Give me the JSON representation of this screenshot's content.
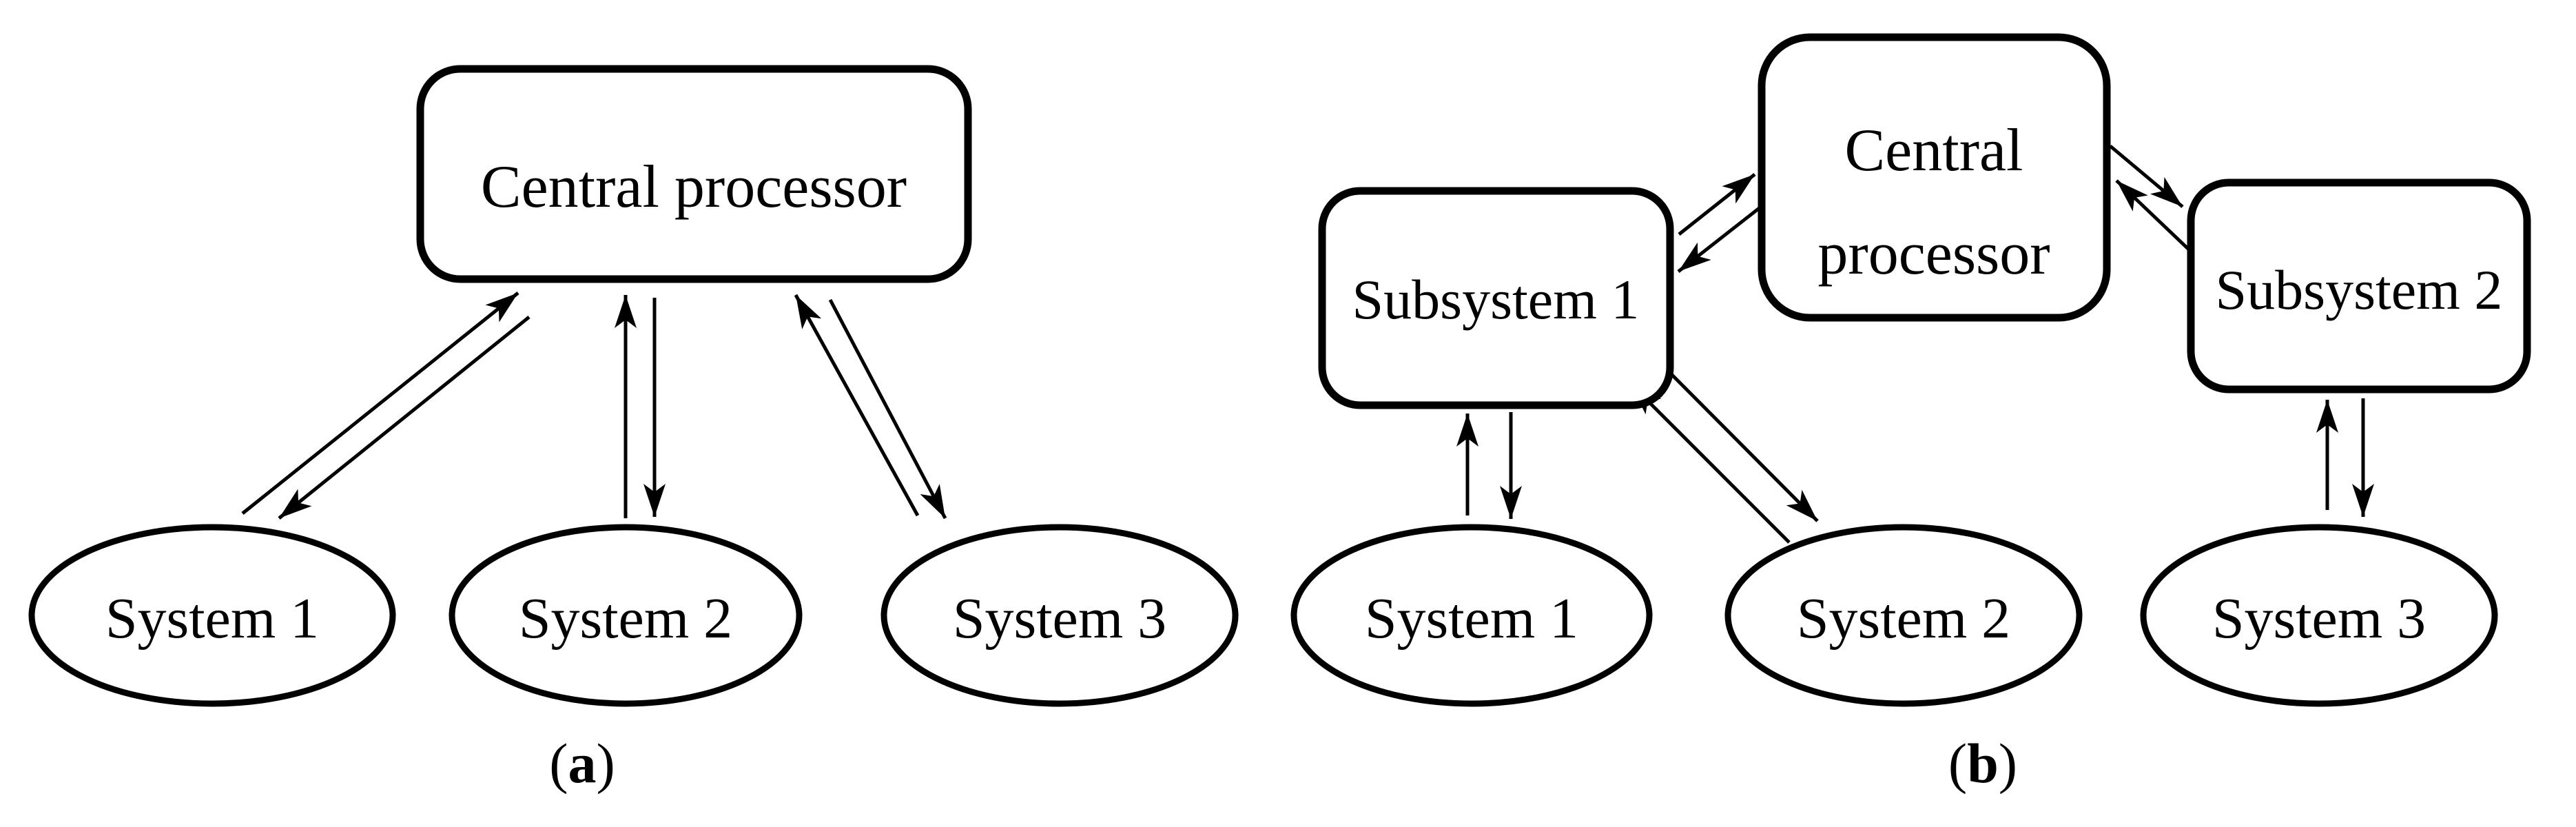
{
  "figure": {
    "background": "#ffffff",
    "stroke_color": "#000000",
    "panels": [
      {
        "id": "a",
        "caption": {
          "open": "(",
          "letter": "a",
          "close": ")"
        },
        "nodes": {
          "central": {
            "label": "Central processor",
            "shape": "rounded-rect"
          },
          "system1": {
            "label": "System 1",
            "shape": "ellipse"
          },
          "system2": {
            "label": "System 2",
            "shape": "ellipse"
          },
          "system3": {
            "label": "System 3",
            "shape": "ellipse"
          }
        },
        "edges": [
          {
            "from": "central",
            "to": "system1",
            "type": "bidirectional"
          },
          {
            "from": "central",
            "to": "system2",
            "type": "bidirectional"
          },
          {
            "from": "central",
            "to": "system3",
            "type": "bidirectional"
          }
        ]
      },
      {
        "id": "b",
        "caption": {
          "open": "(",
          "letter": "b",
          "close": ")"
        },
        "nodes": {
          "central": {
            "label_line1": "Central",
            "label_line2": "processor",
            "shape": "rounded-rect"
          },
          "subsystem1": {
            "label": "Subsystem 1",
            "shape": "rounded-rect"
          },
          "subsystem2": {
            "label": "Subsystem 2",
            "shape": "rounded-rect"
          },
          "system1": {
            "label": "System 1",
            "shape": "ellipse"
          },
          "system2": {
            "label": "System 2",
            "shape": "ellipse"
          },
          "system3": {
            "label": "System 3",
            "shape": "ellipse"
          }
        },
        "edges": [
          {
            "from": "subsystem1",
            "to": "central",
            "type": "bidirectional"
          },
          {
            "from": "central",
            "to": "subsystem2",
            "type": "bidirectional"
          },
          {
            "from": "subsystem1",
            "to": "system1",
            "type": "bidirectional"
          },
          {
            "from": "subsystem1",
            "to": "system2",
            "type": "bidirectional"
          },
          {
            "from": "subsystem2",
            "to": "system3",
            "type": "bidirectional"
          }
        ]
      }
    ]
  }
}
